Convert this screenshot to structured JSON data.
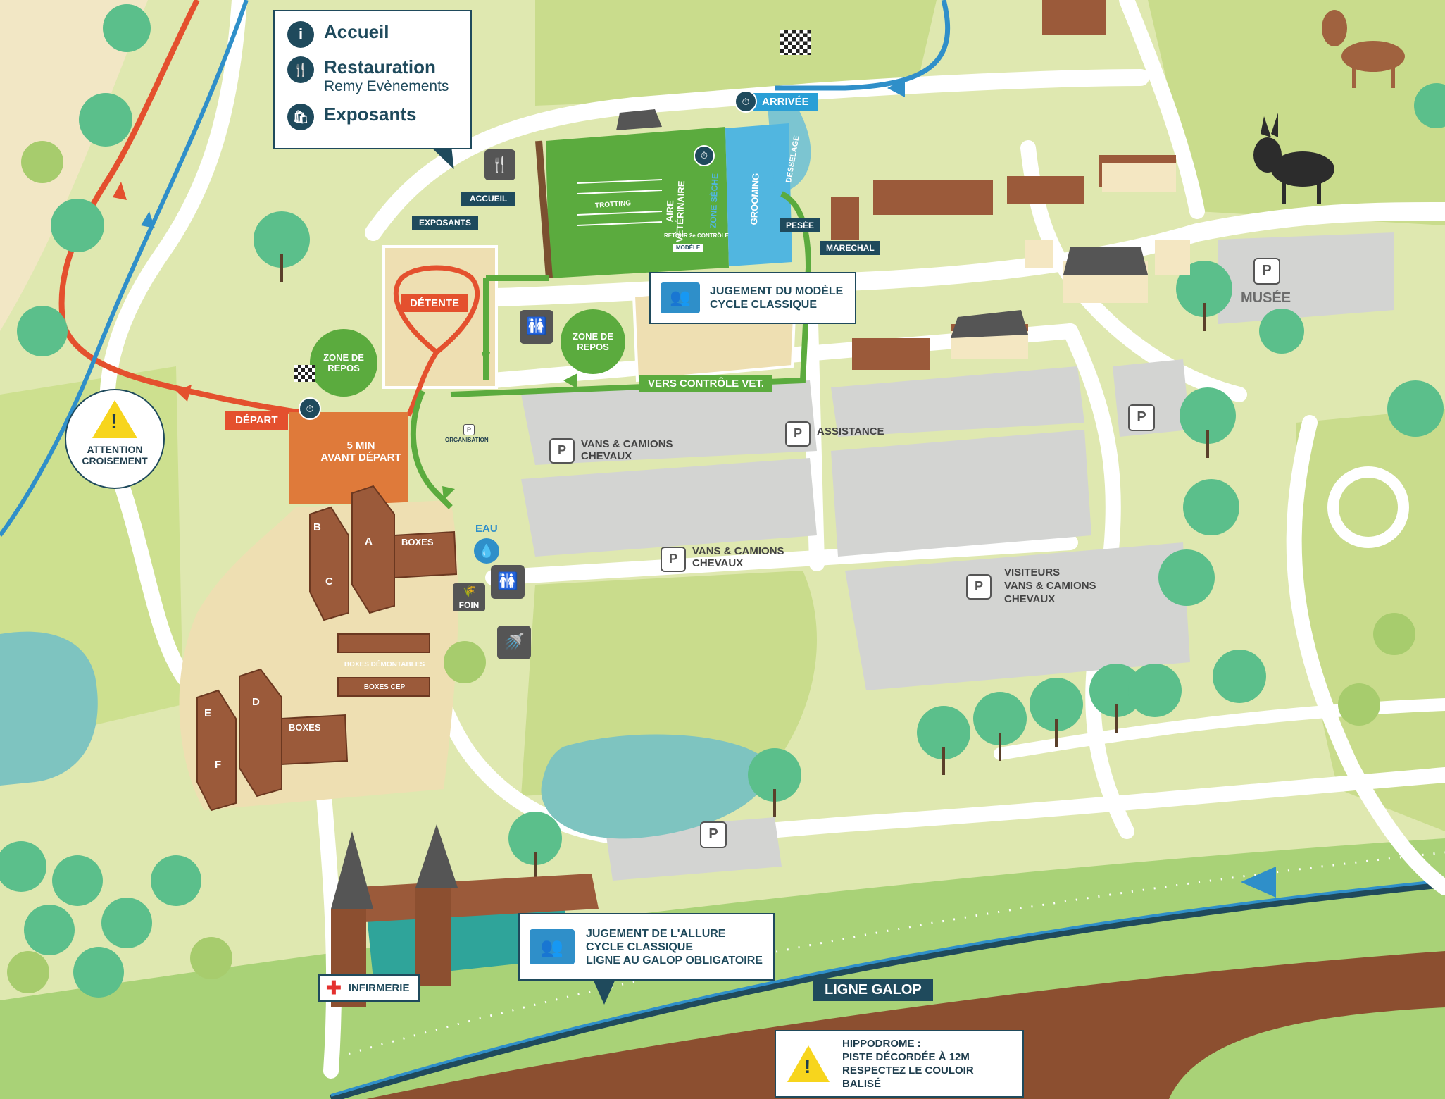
{
  "legend": {
    "items": [
      {
        "icon": "info-icon",
        "title": "Accueil",
        "subtitle": ""
      },
      {
        "icon": "fork-knife-icon",
        "title": "Restauration",
        "subtitle": "Remy Evènements"
      },
      {
        "icon": "shopping-bag-icon",
        "title": "Exposants",
        "subtitle": ""
      }
    ]
  },
  "labels": {
    "accueil": "ACCUEIL",
    "exposants": "EXPOSANTS",
    "arrivee": "ARRIVÉE",
    "pesee": "PESÉE",
    "marechal": "MARECHAL",
    "detente": "DÉTENTE",
    "depart": "DÉPART",
    "zone_repos_1_l1": "ZONE DE",
    "zone_repos_1_l2": "REPOS",
    "zone_repos_2_l1": "ZONE DE",
    "zone_repos_2_l2": "REPOS",
    "cinq_min_l1": "5 MIN",
    "cinq_min_l2": "AVANT DÉPART",
    "organisation": "ORGANISATION",
    "vers_controle": "VERS CONTRÔLE VET.",
    "trotting": "TROTTING",
    "aire_vet_l1": "AIRE",
    "aire_vet_l2": "VÉTÉRINAIRE",
    "zone_seche": "ZONE SÈCHE",
    "grooming": "GROOMING",
    "desselage": "DESSELAGE",
    "retour_controle": "RETOUR 2e CONTRÔLE",
    "modele": "MODÈLE",
    "musee": "MUSÉE",
    "assistance": "ASSISTANCE",
    "vans1_l1": "VANS & CAMIONS",
    "vans1_l2": "CHEVAUX",
    "vans2_l1": "VANS & CAMIONS",
    "vans2_l2": "CHEVAUX",
    "visiteurs_l1": "VISITEURS",
    "visiteurs_l2": "VANS & CAMIONS",
    "visiteurs_l3": "CHEVAUX",
    "eau": "EAU",
    "foin": "FOIN",
    "boxes_a": "BOXES",
    "boxes_d": "BOXES",
    "boxes_demontables": "BOXES DÉMONTABLES",
    "boxes_cep": "BOXES CEP",
    "infirmerie": "INFIRMERIE",
    "ligne_galop": "LIGNE GALOP",
    "parking": "P",
    "box_a": "A",
    "box_b": "B",
    "box_c": "C",
    "box_d": "D",
    "box_e": "E",
    "box_f": "F"
  },
  "attention": {
    "line1": "ATTENTION",
    "line2": "CROISEMENT"
  },
  "jugement_modele": {
    "line1": "JUGEMENT DU MODÈLE",
    "line2": "CYCLE CLASSIQUE"
  },
  "jugement_allure": {
    "line1": "JUGEMENT DE L'ALLURE",
    "line2": "CYCLE CLASSIQUE",
    "line3": "LIGNE AU GALOP OBLIGATOIRE"
  },
  "hippodrome": {
    "line1": "HIPPODROME :",
    "line2": "PISTE DÉCORDÉE À 12M",
    "line3": "RESPECTEZ LE COULOIR BALISÉ"
  },
  "colors": {
    "grass": "#dfe8b0",
    "paddock": "#c9dc8c",
    "road": "#ffffff",
    "parking": "#d3d4d2",
    "navy": "#1f4a5c",
    "red_route": "#e4502e",
    "green_route": "#5bab3e",
    "blue_route": "#2f8fc9",
    "sand": "#eedfb2",
    "water": "#7ec4c0",
    "box_brown": "#9b5a3a",
    "track_brown": "#8c4f30"
  }
}
